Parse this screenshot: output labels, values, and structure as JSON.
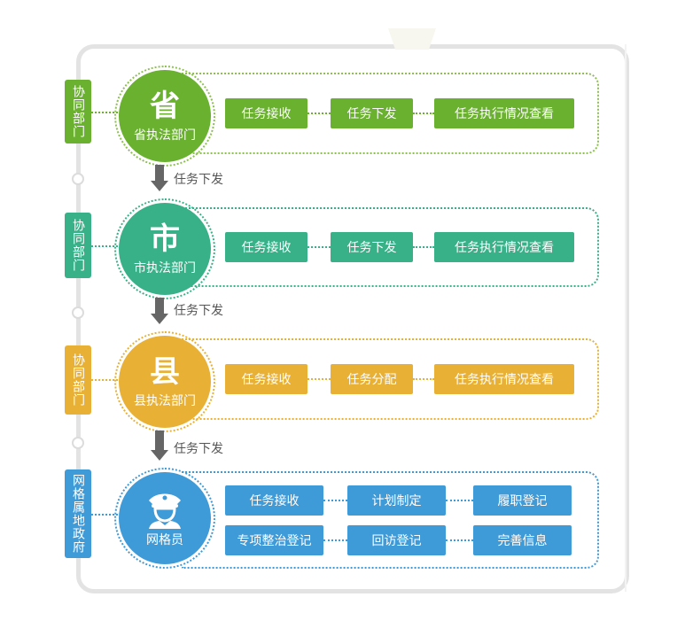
{
  "colors": {
    "green": "#6ab12f",
    "teal": "#38b189",
    "orange": "#e8b135",
    "blue": "#3f9ad8",
    "arrow": "#666666"
  },
  "levels": [
    {
      "side": "协同部门",
      "big": "省",
      "sub": "省执法部门",
      "buttons": [
        "任务接收",
        "任务下发",
        "任务执行情况查看"
      ]
    },
    {
      "side": "协同部门",
      "big": "市",
      "sub": "市执法部门",
      "buttons": [
        "任务接收",
        "任务下发",
        "任务执行情况查看"
      ]
    },
    {
      "side": "协同部门",
      "big": "县",
      "sub": "县执法部门",
      "buttons": [
        "任务接收",
        "任务分配",
        "任务执行情况查看"
      ]
    },
    {
      "side": "网格属地政府",
      "sub": "网格员",
      "icon": "police-officer-icon",
      "row1": [
        "任务接收",
        "计划制定",
        "履职登记"
      ],
      "row2": [
        "专项整治登记",
        "回访登记",
        "完善信息"
      ]
    }
  ],
  "arrows": [
    "任务下发",
    "任务下发",
    "任务下发"
  ]
}
